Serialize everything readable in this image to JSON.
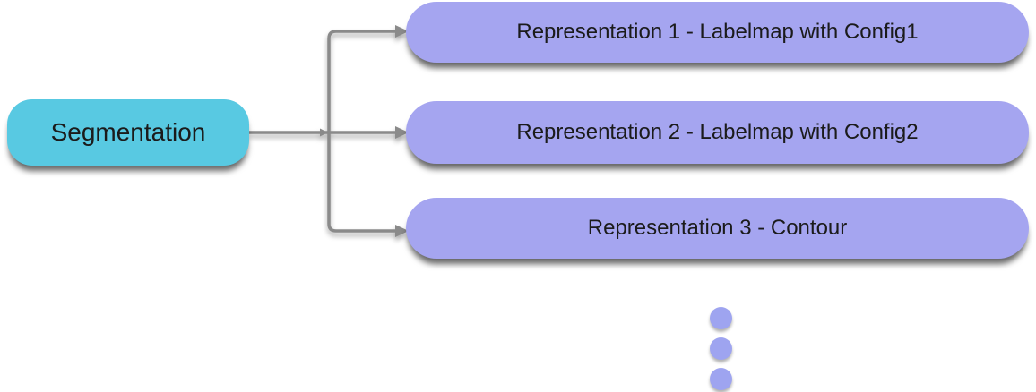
{
  "diagram": {
    "source_node": {
      "label": "Segmentation"
    },
    "representations": [
      {
        "label": "Representation 1 - Labelmap with Config1"
      },
      {
        "label": "Representation 2 - Labelmap with Config2"
      },
      {
        "label": "Representation 3 - Contour"
      }
    ],
    "ellipsis_dot_count": 3,
    "colors": {
      "source_fill": "#58C9E2",
      "representation_fill": "#A5A5F0",
      "dot_fill": "#9EA4F0",
      "connector": "#8A8A8A",
      "text": "#1B1B1B",
      "background": "#FFFFFF"
    }
  }
}
